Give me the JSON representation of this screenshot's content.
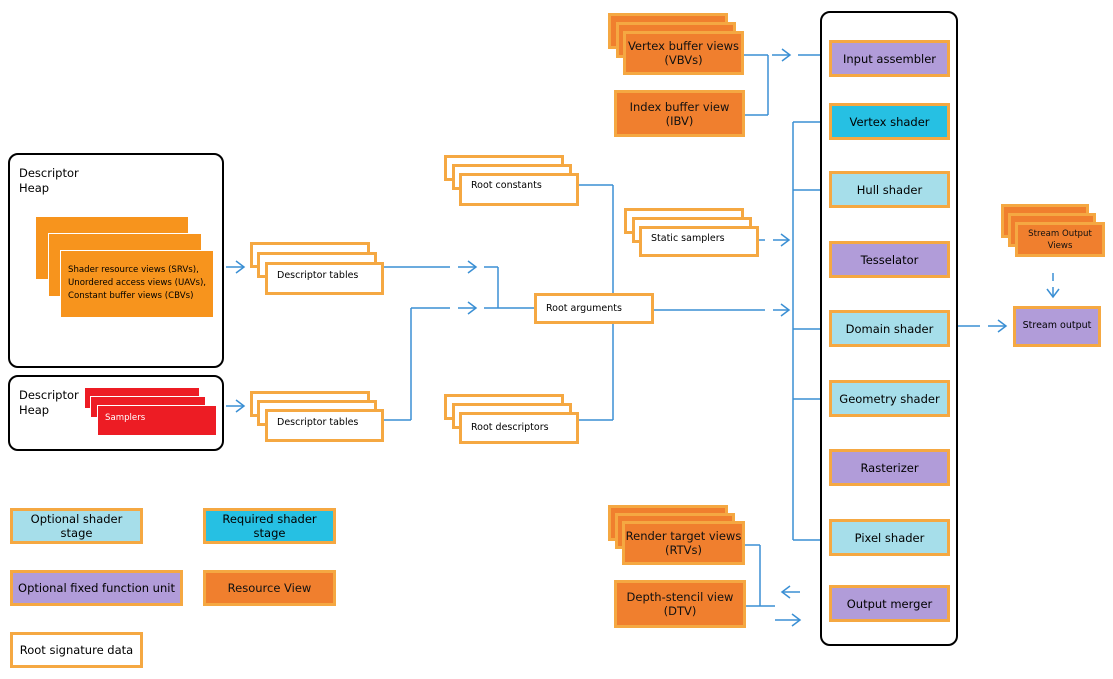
{
  "heap1": {
    "title": "Descriptor\nHeap",
    "content": "Shader resource views (SRVs),\nUnordered access views (UAVs),\nConstant buffer views (CBVs)"
  },
  "heap2": {
    "title": "Descriptor\nHeap",
    "content": "Samplers"
  },
  "root_sig": {
    "descriptor_tables_1": "Descriptor tables",
    "descriptor_tables_2": "Descriptor tables",
    "root_constants": "Root constants",
    "root_arguments": "Root arguments",
    "root_descriptors": "Root descriptors",
    "static_samplers": "Static samplers"
  },
  "resources": {
    "vbv": "Vertex buffer views\n(VBVs)",
    "ibv": "Index buffer view\n(IBV)",
    "rtv": "Render target views\n(RTVs)",
    "dtv": "Depth-stencil view\n(DTV)",
    "stream_output_views": "Stream Output\nViews"
  },
  "pipeline": {
    "stages": [
      {
        "label": "Input assembler",
        "kind": "fixed",
        "color": "#b19cd9"
      },
      {
        "label": "Vertex shader",
        "kind": "required",
        "color": "#26c0e3"
      },
      {
        "label": "Hull shader",
        "kind": "optional",
        "color": "#a6deea"
      },
      {
        "label": "Tesselator",
        "kind": "fixed",
        "color": "#b19cd9"
      },
      {
        "label": "Domain shader",
        "kind": "optional",
        "color": "#a6deea"
      },
      {
        "label": "Geometry shader",
        "kind": "optional",
        "color": "#a6deea"
      },
      {
        "label": "Rasterizer",
        "kind": "fixed",
        "color": "#b19cd9"
      },
      {
        "label": "Pixel shader",
        "kind": "optional",
        "color": "#a6deea"
      },
      {
        "label": "Output merger",
        "kind": "fixed",
        "color": "#b19cd9"
      }
    ],
    "stream_output": "Stream output"
  },
  "legend": {
    "optional_shader": "Optional shader stage",
    "required_shader": "Required shader stage",
    "optional_fixed": "Optional fixed function unit",
    "resource_view": "Resource View",
    "root_signature": "Root signature data"
  },
  "colors": {
    "border": "#f5a842",
    "connector": "#3a8fd4",
    "resource_view": "#f07f2e",
    "heap_sheet": "#f7941d",
    "sampler_sheet": "#ed1c24"
  }
}
